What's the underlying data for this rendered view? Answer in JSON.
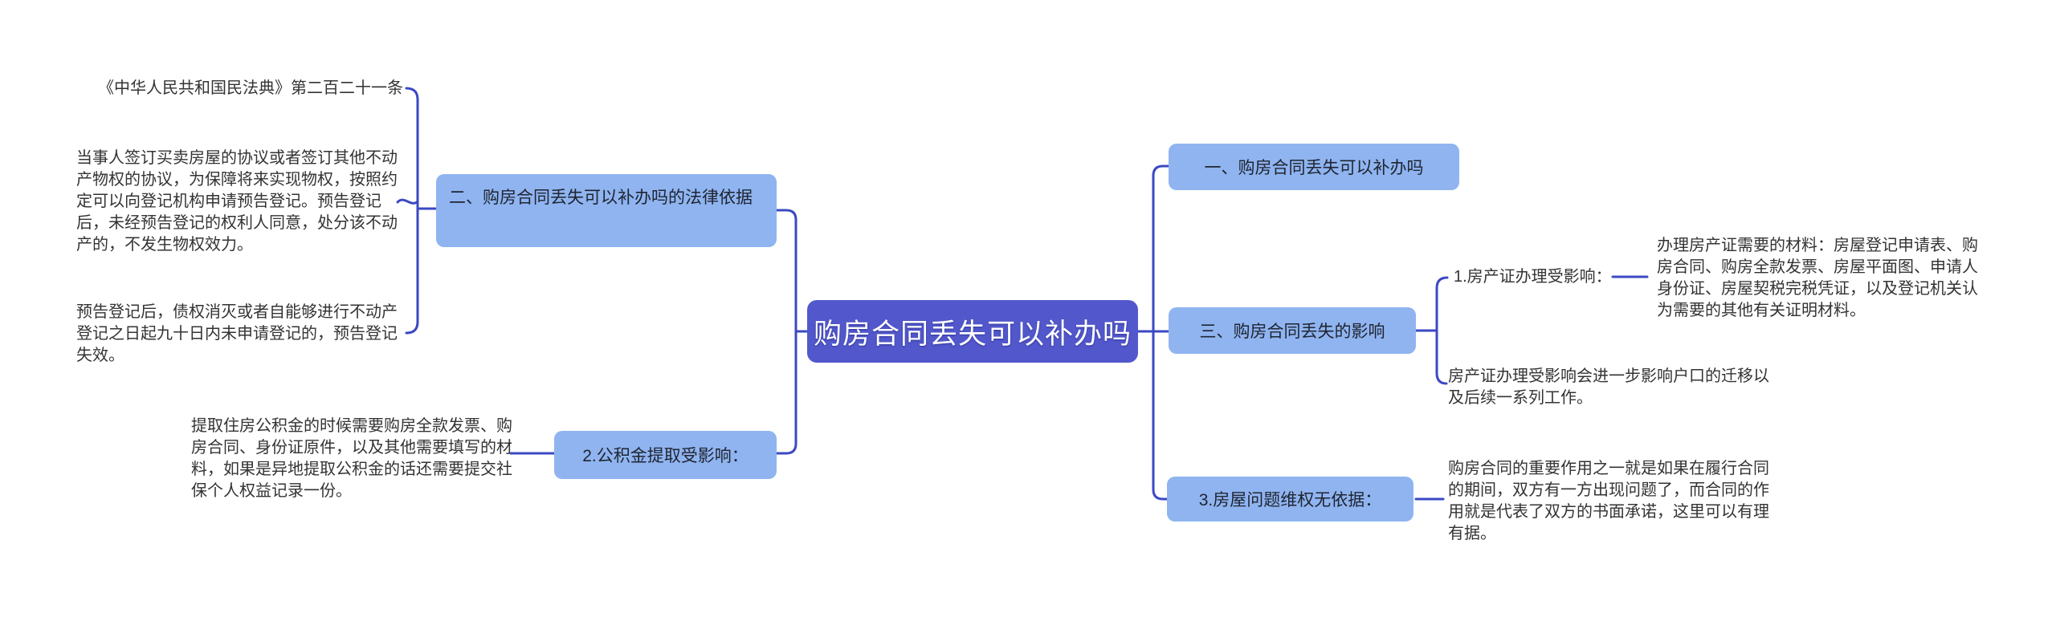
{
  "colors": {
    "root_fill": "#5258cc",
    "branch_fill": "#8fb4f0",
    "connector": "#3b49c3",
    "text_dark": "#333333",
    "root_text": "#ffffff"
  },
  "root": {
    "label": "购房合同丢失可以补办吗"
  },
  "left": {
    "legal": {
      "label": "二、购房合同丢失可以补办吗的法律依据",
      "article": "《中华人民共和国民法典》第二百二十一条",
      "clause1": "当事人签订买卖房屋的协议或者签订其他不动产物权的协议，为保障将来实现物权，按照约定可以向登记机构申请预告登记。预告登记后，未经预告登记的权利人同意，处分该不动产的，不发生物权效力。",
      "clause2": "预告登记后，债权消灭或者自能够进行不动产登记之日起九十日内未申请登记的，预告登记失效。"
    },
    "fund": {
      "label": "2.公积金提取受影响：",
      "detail": "提取住房公积金的时候需要购房全款发票、购房合同、身份证原件，以及其他需要填写的材料，如果是异地提取公积金的话还需要提交社保个人权益记录一份。"
    }
  },
  "right": {
    "reissue": {
      "label": "一、购房合同丢失可以补办吗"
    },
    "impact": {
      "label": "三、购房合同丢失的影响",
      "cert_label": "1.房产证办理受影响：",
      "cert_detail": "办理房产证需要的材料：房屋登记申请表、购房合同、购房全款发票、房屋平面图、申请人身份证、房屋契税完税凭证，以及登记机关认为需要的其他有关证明材料。",
      "hukou_detail": "房产证办理受影响会进一步影响户口的迁移以及后续一系列工作。"
    },
    "rights": {
      "label": "3.房屋问题维权无依据：",
      "detail": "购房合同的重要作用之一就是如果在履行合同的期间，双方有一方出现问题了，而合同的作用就是代表了双方的书面承诺，这里可以有理有据。"
    }
  }
}
